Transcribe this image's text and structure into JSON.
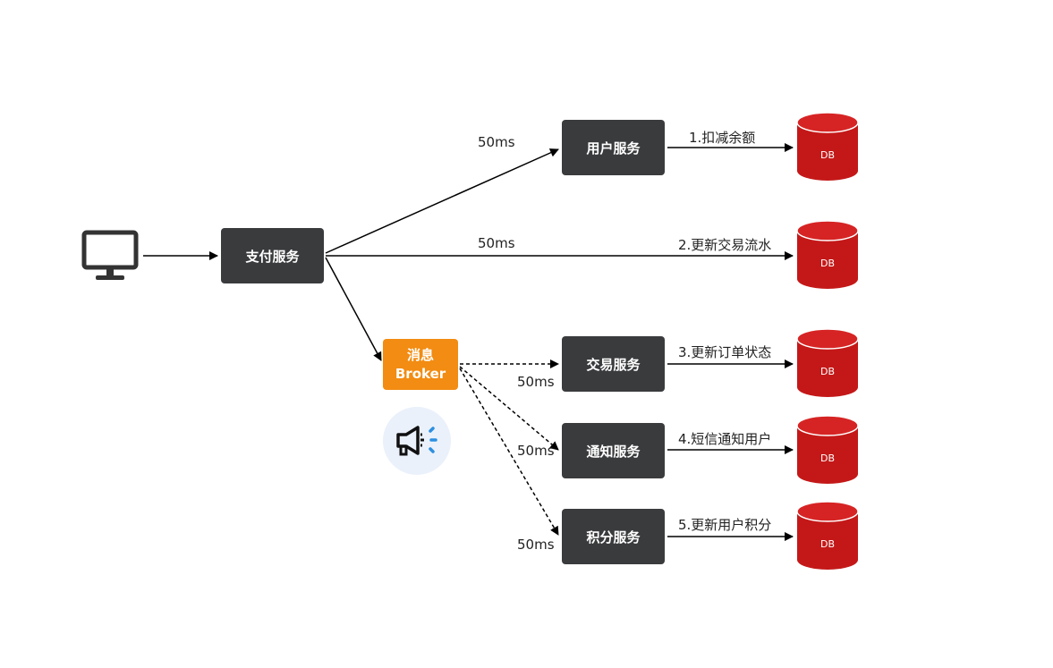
{
  "client": {
    "icon": "monitor-icon"
  },
  "pay_service": {
    "label": "支付服务"
  },
  "broker": {
    "line1": "消息",
    "line2": "Broker",
    "icon": "megaphone-icon",
    "color": "#f28c12"
  },
  "services": [
    {
      "label": "用户服务",
      "latency": "50ms",
      "action": "1.扣减余额",
      "db": "DB",
      "via_broker": false
    },
    {
      "label": "",
      "latency": "50ms",
      "action": "2.更新交易流水",
      "db": "DB",
      "via_broker": false
    },
    {
      "label": "交易服务",
      "latency": "50ms",
      "action": "3.更新订单状态",
      "db": "DB",
      "via_broker": true
    },
    {
      "label": "通知服务",
      "latency": "50ms",
      "action": "4.短信通知用户",
      "db": "DB",
      "via_broker": true
    },
    {
      "label": "积分服务",
      "latency": "50ms",
      "action": "5.更新用户积分",
      "db": "DB",
      "via_broker": true
    }
  ],
  "colors": {
    "service_bg": "#3a3b3d",
    "db": "#c41818",
    "db_top": "#d62424"
  }
}
